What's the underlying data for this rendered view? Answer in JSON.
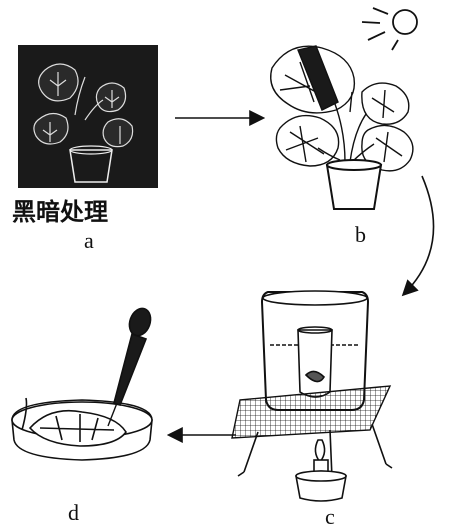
{
  "steps": {
    "a": {
      "caption": "黑暗处理",
      "letter": "a"
    },
    "b": {
      "letter": "b"
    },
    "c": {
      "letter": "c"
    },
    "d": {
      "letter": "d"
    }
  },
  "icons": [
    "dark-box-plant",
    "sun-icon",
    "potted-plant-with-foil",
    "beaker-on-tripod",
    "alcohol-burner",
    "petri-dish",
    "dropper"
  ],
  "colors": {
    "ink": "#111111",
    "paper": "#ffffff",
    "dark": "#1a1a1a"
  }
}
